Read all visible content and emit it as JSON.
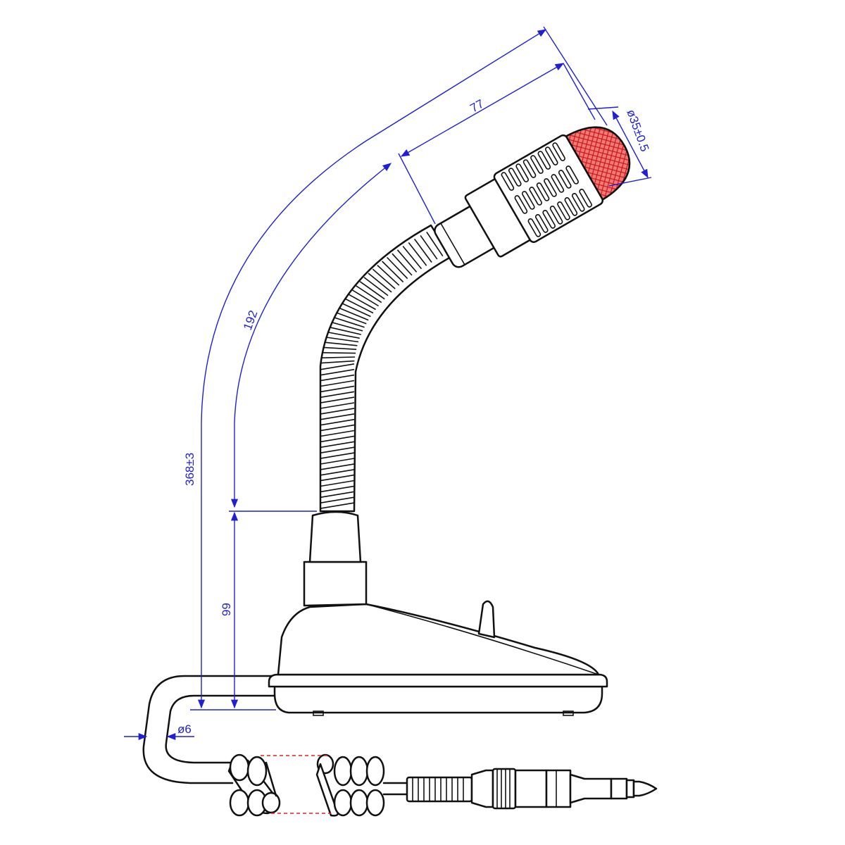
{
  "dimensions": {
    "total_length": "368±3",
    "gooseneck_length": "192",
    "capsule_length": "77",
    "capsule_diameter": "ø35±0.5",
    "base_height": "99",
    "cable_diameter": "ø6"
  },
  "colors": {
    "dimension": "#1f1fd6",
    "grille": "#e02020",
    "grille_fill": "#f07a78",
    "outline": "#111111"
  }
}
